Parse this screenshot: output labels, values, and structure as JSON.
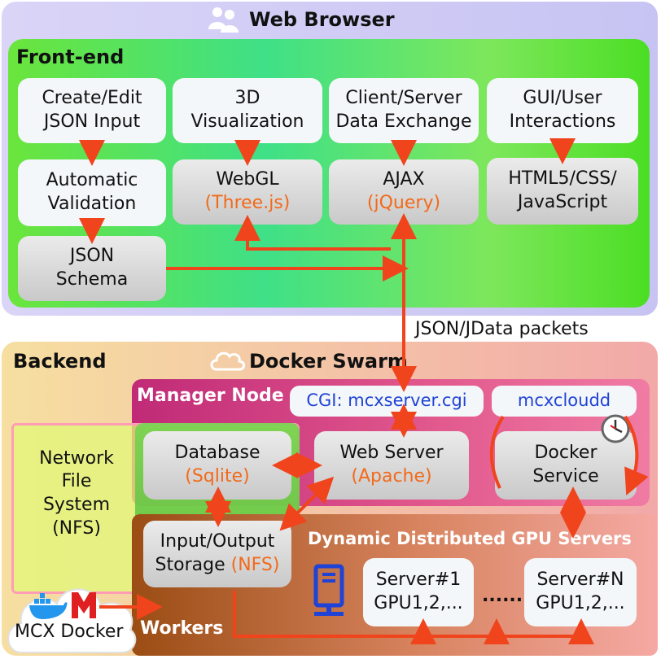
{
  "browser": {
    "title": "Web Browser"
  },
  "frontend": {
    "title": "Front-end",
    "boxes": {
      "create_edit": "Create/Edit\nJSON Input",
      "validation": "Automatic\nValidation",
      "schema": "JSON\nSchema",
      "viz": "3D\nVisualization",
      "webgl": "WebGL",
      "threejs": "(Three.js)",
      "exchange": "Client/Server\nData Exchange",
      "ajax": "AJAX",
      "jquery": "(jQuery)",
      "gui": "GUI/User\nInteractions",
      "html5": "HTML5/CSS/\nJavaScript"
    }
  },
  "link_label": "JSON/JData packets",
  "backend": {
    "title": "Backend",
    "swarm": "Docker Swarm",
    "manager": "Manager Node",
    "cgi": "CGI: mcxserver.cgi",
    "mcxcloudd": "mcxcloudd",
    "nfs": "Network\nFile\nSystem\n(NFS)",
    "database": "Database",
    "sqlite": "(Sqlite)",
    "webserver": "Web Server",
    "apache": "(Apache)",
    "docker_service": "Docker\nService",
    "io_storage_1": "Input/Output",
    "io_storage_2": "Storage",
    "io_nfs": "(NFS)",
    "gpu_title": "Dynamic Distributed GPU Servers",
    "server1_name": "Server#1",
    "server1_gpu": "GPU1,2,...",
    "dots": "......",
    "serverN_name": "Server#N",
    "serverN_gpu": "GPU1,2,...",
    "workers": "Workers",
    "mcx_docker": "MCX Docker"
  },
  "colors": {
    "arrow": "#f0441c",
    "accent_orange": "#f26a1b",
    "blue_text": "#1f43d6",
    "browser_bg": "#cfc9f5",
    "frontend_green": "#63e23a",
    "manager_magenta": "#c8367a",
    "workers_brown": "#a5561b"
  },
  "icons": [
    "users-icon",
    "cloud-icon",
    "clock-icon",
    "server-icon",
    "docker-whale-icon",
    "mcx-logo-icon"
  ]
}
